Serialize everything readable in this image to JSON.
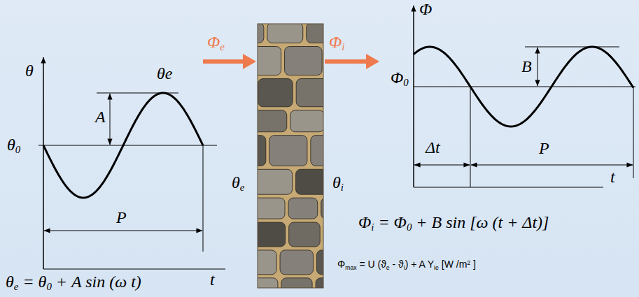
{
  "diagram": {
    "labels": [
      "θ",
      "θe",
      "A",
      "θ0",
      "P",
      "t",
      "θe = θ0 + A sin (ω t)",
      "Φe",
      "Φi",
      "θe",
      "θi",
      "Φ",
      "Φ0",
      "B",
      "Δt",
      "P",
      "t",
      "Φi = Φ0 + B sin [ω (t + Δt)]",
      "Φmax = U (ϑe - ϑi) + A Yie [W /m2 ]"
    ]
  }
}
